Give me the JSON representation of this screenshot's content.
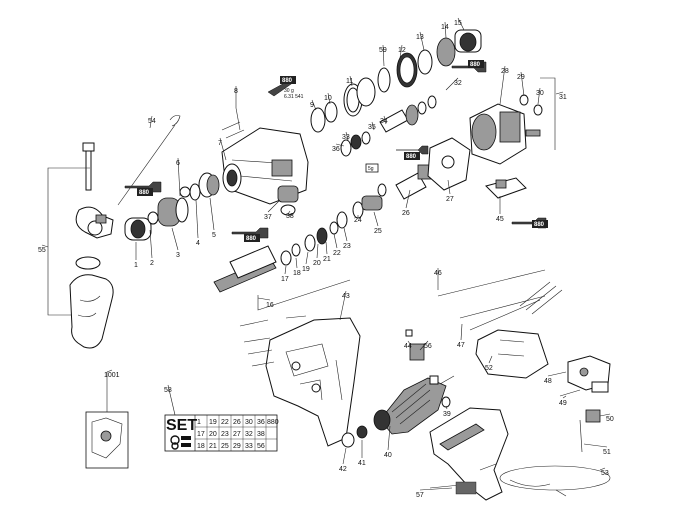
{
  "diagram": {
    "part_numbers": [
      "1",
      "2",
      "3",
      "4",
      "5",
      "6",
      "7",
      "8",
      "9",
      "10",
      "11",
      "12",
      "13",
      "14",
      "15",
      "16",
      "17",
      "18",
      "19",
      "20",
      "21",
      "22",
      "23",
      "24",
      "25",
      "26",
      "27",
      "28",
      "29",
      "30",
      "31",
      "32",
      "33",
      "34",
      "35",
      "36",
      "37",
      "38",
      "39",
      "40",
      "41",
      "42",
      "43",
      "44",
      "45",
      "46",
      "47",
      "48",
      "49",
      "50",
      "51",
      "52",
      "53",
      "54",
      "55",
      "56",
      "57",
      "58",
      "59",
      "1001"
    ],
    "grease_code": "880",
    "grease_note_a": "30 g",
    "grease_note_b": "6.31 541",
    "grease_note_small": "5g",
    "set_title": "SET",
    "set_table": [
      [
        "1",
        "19",
        "22",
        "26",
        "30",
        "36",
        "880"
      ],
      [
        "17",
        "20",
        "23",
        "27",
        "32",
        "38",
        ""
      ],
      [
        "18",
        "21",
        "25",
        "29",
        "33",
        "56",
        ""
      ]
    ]
  }
}
